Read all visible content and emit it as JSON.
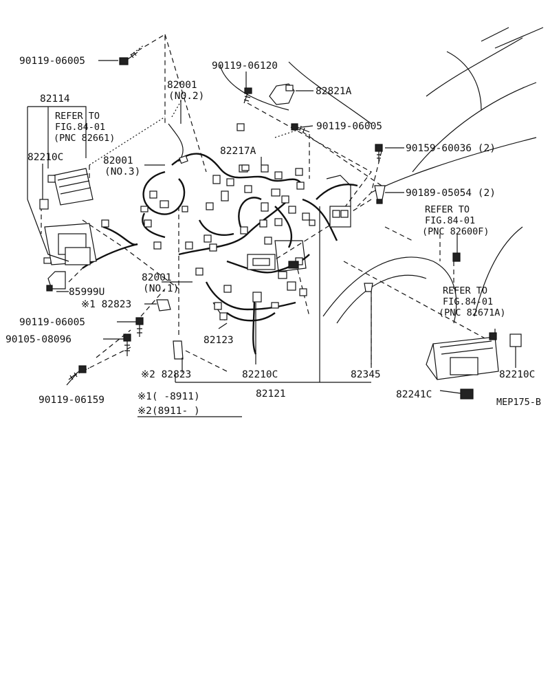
{
  "labels": {
    "p90119_06005_top": "90119-06005",
    "p82114": "82114",
    "refer_82661_line1": "REFER TO",
    "refer_82661_line2": "FIG.84-01",
    "refer_82661_line3": "(PNC 82661)",
    "p82210C_left": "82210C",
    "p82001_no2": "82001",
    "p82001_no2_sub": "(NO.2)",
    "p82001_no3": "82001",
    "p82001_no3_sub": "(NO.3)",
    "p90119_06120": "90119-06120",
    "p82821A": "82821A",
    "p90119_06005_mid": "90119-06005",
    "p82217A": "82217A",
    "p90159_60036": "90159-60036 (2)",
    "p90189_05054": "90189-05054 (2)",
    "refer_82600F_line1": "REFER TO",
    "refer_82600F_line2": "FIG.84-01",
    "refer_82600F_line3": "(PNC 82600F)",
    "p82001_no1": "82001",
    "p82001_no1_sub": "(NO.1)",
    "p85999U": "85999U",
    "p82823_1": "※1 82823",
    "p90119_06005_low": "90119-06005",
    "p90105_08096": "90105-08096",
    "p90119_06159": "90119-06159",
    "p82123": "82123",
    "p82823_2": "※2 82823",
    "p82210C_mid": "82210C",
    "p82345": "82345",
    "p82121": "82121",
    "refer_82671A_line1": "REFER TO",
    "refer_82671A_line2": "FIG.84-01",
    "refer_82671A_line3": "(PNC 82671A)",
    "p82210C_right": "82210C",
    "p82241C": "82241C",
    "figure_code": "MEP175-B",
    "note1": "※1(      -8911)",
    "note2": "※2(8911-      )"
  }
}
